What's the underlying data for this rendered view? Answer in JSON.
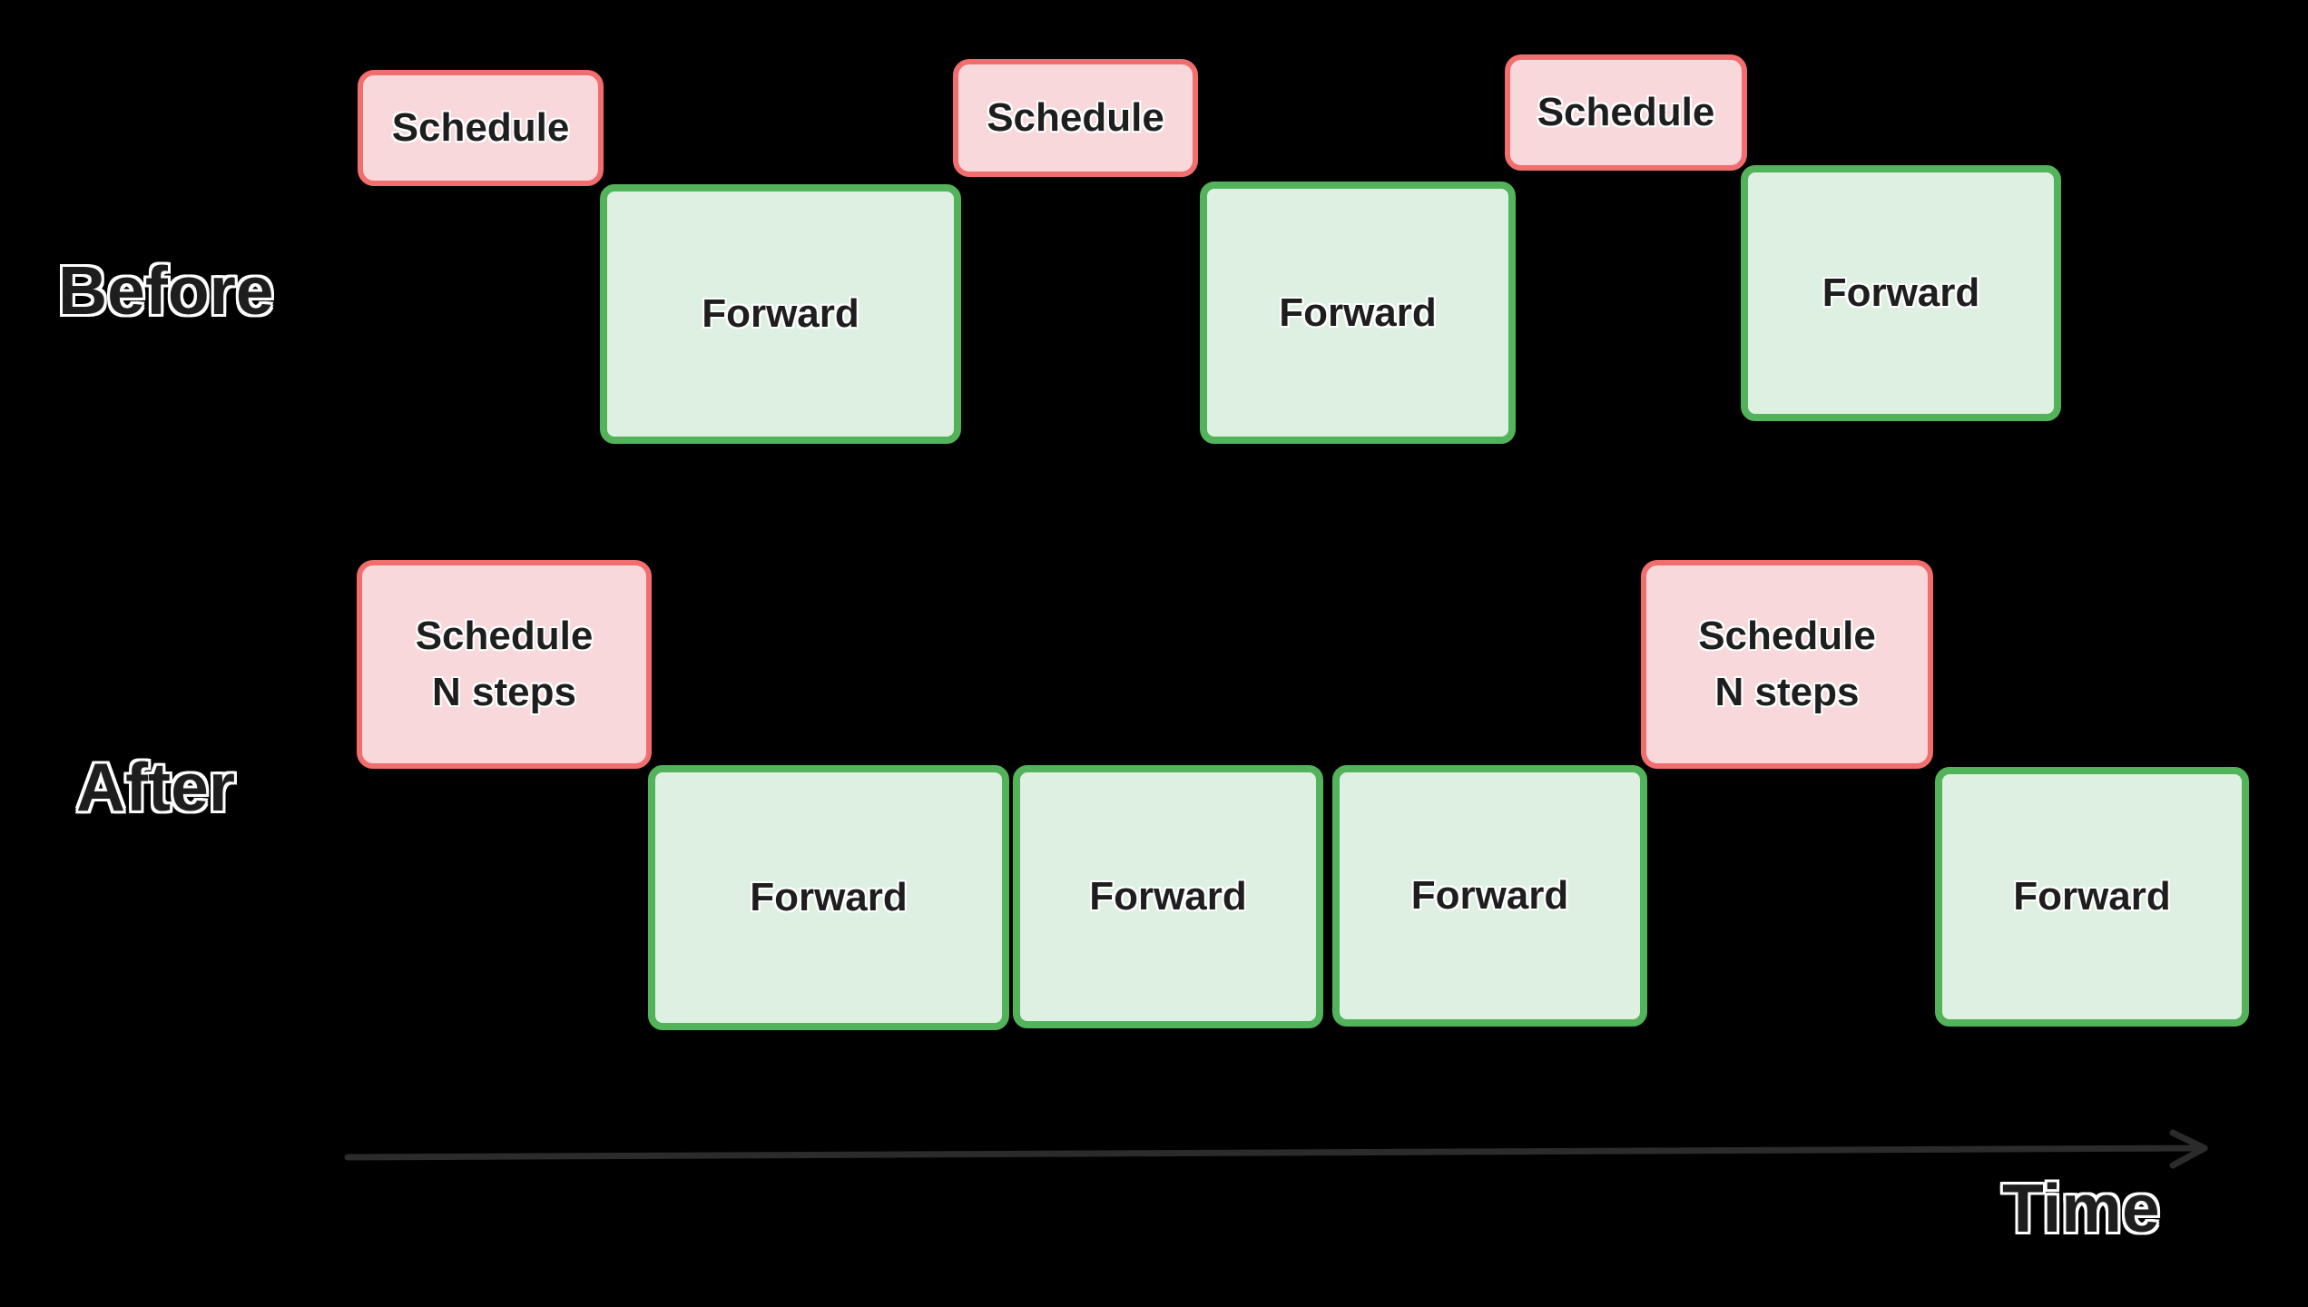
{
  "theme": {
    "bg": "#000000",
    "schedule_border": "#F26E6E",
    "schedule_fill": "#F8D8DA",
    "forward_border": "#53B35A",
    "forward_fill": "#DEF0E2",
    "ink": "#1E1E1E",
    "halo": "#FFFFFF",
    "arrow": "#2B2B2B"
  },
  "rows": {
    "before": {
      "label": "Before",
      "schedules": [
        "Schedule",
        "Schedule",
        "Schedule"
      ],
      "forwards": [
        "Forward",
        "Forward",
        "Forward"
      ]
    },
    "after": {
      "label": "After",
      "schedules": [
        {
          "line1": "Schedule",
          "line2": "N steps"
        },
        {
          "line1": "Schedule",
          "line2": "N steps"
        }
      ],
      "forwards": [
        "Forward",
        "Forward",
        "Forward",
        "Forward"
      ]
    }
  },
  "axis": {
    "label": "Time"
  }
}
